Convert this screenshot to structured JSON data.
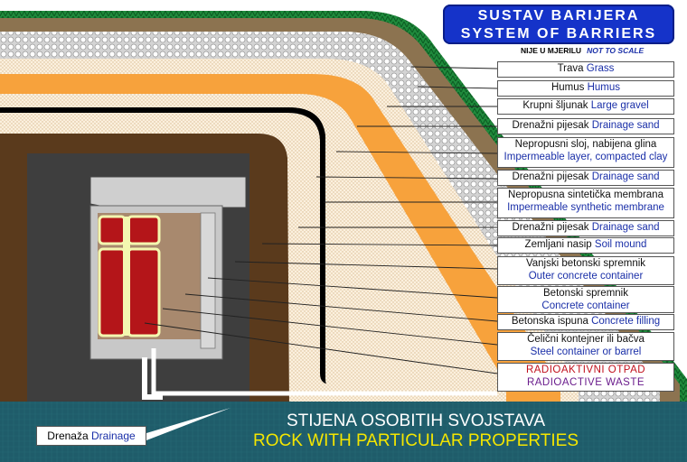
{
  "title": {
    "hr": "SUSTAV BARIJERA",
    "en": "SYSTEM OF BARRIERS"
  },
  "scale_note": {
    "hr": "NIJE U MJERILU",
    "en": "NOT TO SCALE"
  },
  "layers": [
    {
      "hr": "Trava",
      "en": "Grass"
    },
    {
      "hr": "Humus",
      "en": "Humus"
    },
    {
      "hr": "Krupni šljunak",
      "en": "Large gravel"
    },
    {
      "hr": "Drenažni pijesak",
      "en": "Drainage sand"
    },
    {
      "hr": "Nepropusni sloj, nabijena glina",
      "en": "Impermeable layer, compacted clay"
    },
    {
      "hr": "Drenažni pijesak",
      "en": "Drainage sand"
    },
    {
      "hr": "Nepropusna sintetička membrana",
      "en": "Impermeable synthetic membrane"
    },
    {
      "hr": "Drenažni pijesak",
      "en": "Drainage sand"
    },
    {
      "hr": "Zemljani nasip",
      "en": "Soil mound"
    },
    {
      "hr": "Vanjski betonski spremnik",
      "en": "Outer concrete container"
    },
    {
      "hr": "Betonski spremnik",
      "en": "Concrete container"
    },
    {
      "hr": "Betonska ispuna",
      "en": "Concrete filling"
    },
    {
      "hr": "Čelični kontejner ili bačva",
      "en": "Steel container or barrel"
    },
    {
      "hr": "RADIOAKTIVNI OTPAD",
      "en": "RADIOACTIVE WASTE"
    }
  ],
  "rock": {
    "hr": "STIJENA OSOBITIH SVOJSTAVA",
    "en": "ROCK WITH PARTICULAR PROPERTIES"
  },
  "drainage": {
    "hr": "Drenaža",
    "en": "Drainage"
  },
  "colors": {
    "grass": "#1f8a3c",
    "humus": "#8c7350",
    "gravel": "#d8d8d8",
    "sand": "#f6e8d2",
    "clay": "#f7a23c",
    "membrane": "#000000",
    "soil": "#5a3a1c",
    "outer_concrete": "#3e3e3e",
    "concrete": "#c4c4c4",
    "filling": "#a8896e",
    "barrel": "#b41519",
    "barrel_rim": "#f3f8b0",
    "rock": "#1f5c6a",
    "title_bg": "#1533c9"
  }
}
